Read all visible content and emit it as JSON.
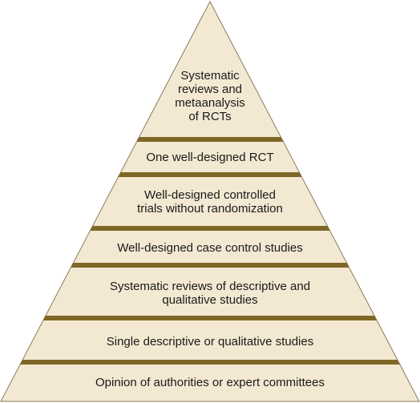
{
  "pyramid": {
    "colors": {
      "fill": "#f3e9d2",
      "band": "#7f6727",
      "outline": "#8a7b5c",
      "text": "#1a1a1a"
    },
    "tiers": [
      {
        "label": "Systematic\nreviews and\nmetaanalysis\nof RCTs"
      },
      {
        "label": "One well-designed RCT"
      },
      {
        "label": "Well-designed controlled\ntrials without randomization"
      },
      {
        "label": "Well-designed case control studies"
      },
      {
        "label": "Systematic reviews of descriptive and\nqualitative studies"
      },
      {
        "label": "Single descriptive or qualitative studies"
      },
      {
        "label": "Opinion of authorities or expert committees"
      }
    ]
  }
}
